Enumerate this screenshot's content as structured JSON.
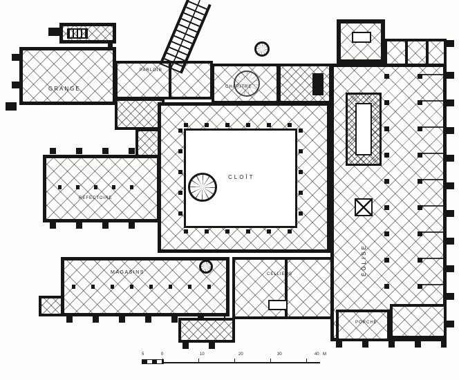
{
  "plan": {
    "labels": {
      "grange": "GRANGE",
      "parloir": "PARLOIR",
      "chapitre": "CHAPITRE",
      "cloitre": "CLOÎT",
      "refectoire": "REFECTOIRE",
      "magasins": "MAGASINS",
      "celliers": "CELLIERS",
      "eglise": "ÉGLISE",
      "porche": "PORCHE"
    },
    "scale_bar": {
      "ticks": [
        "5",
        "0",
        "10",
        "20",
        "30",
        "40"
      ],
      "unit": "M"
    }
  }
}
